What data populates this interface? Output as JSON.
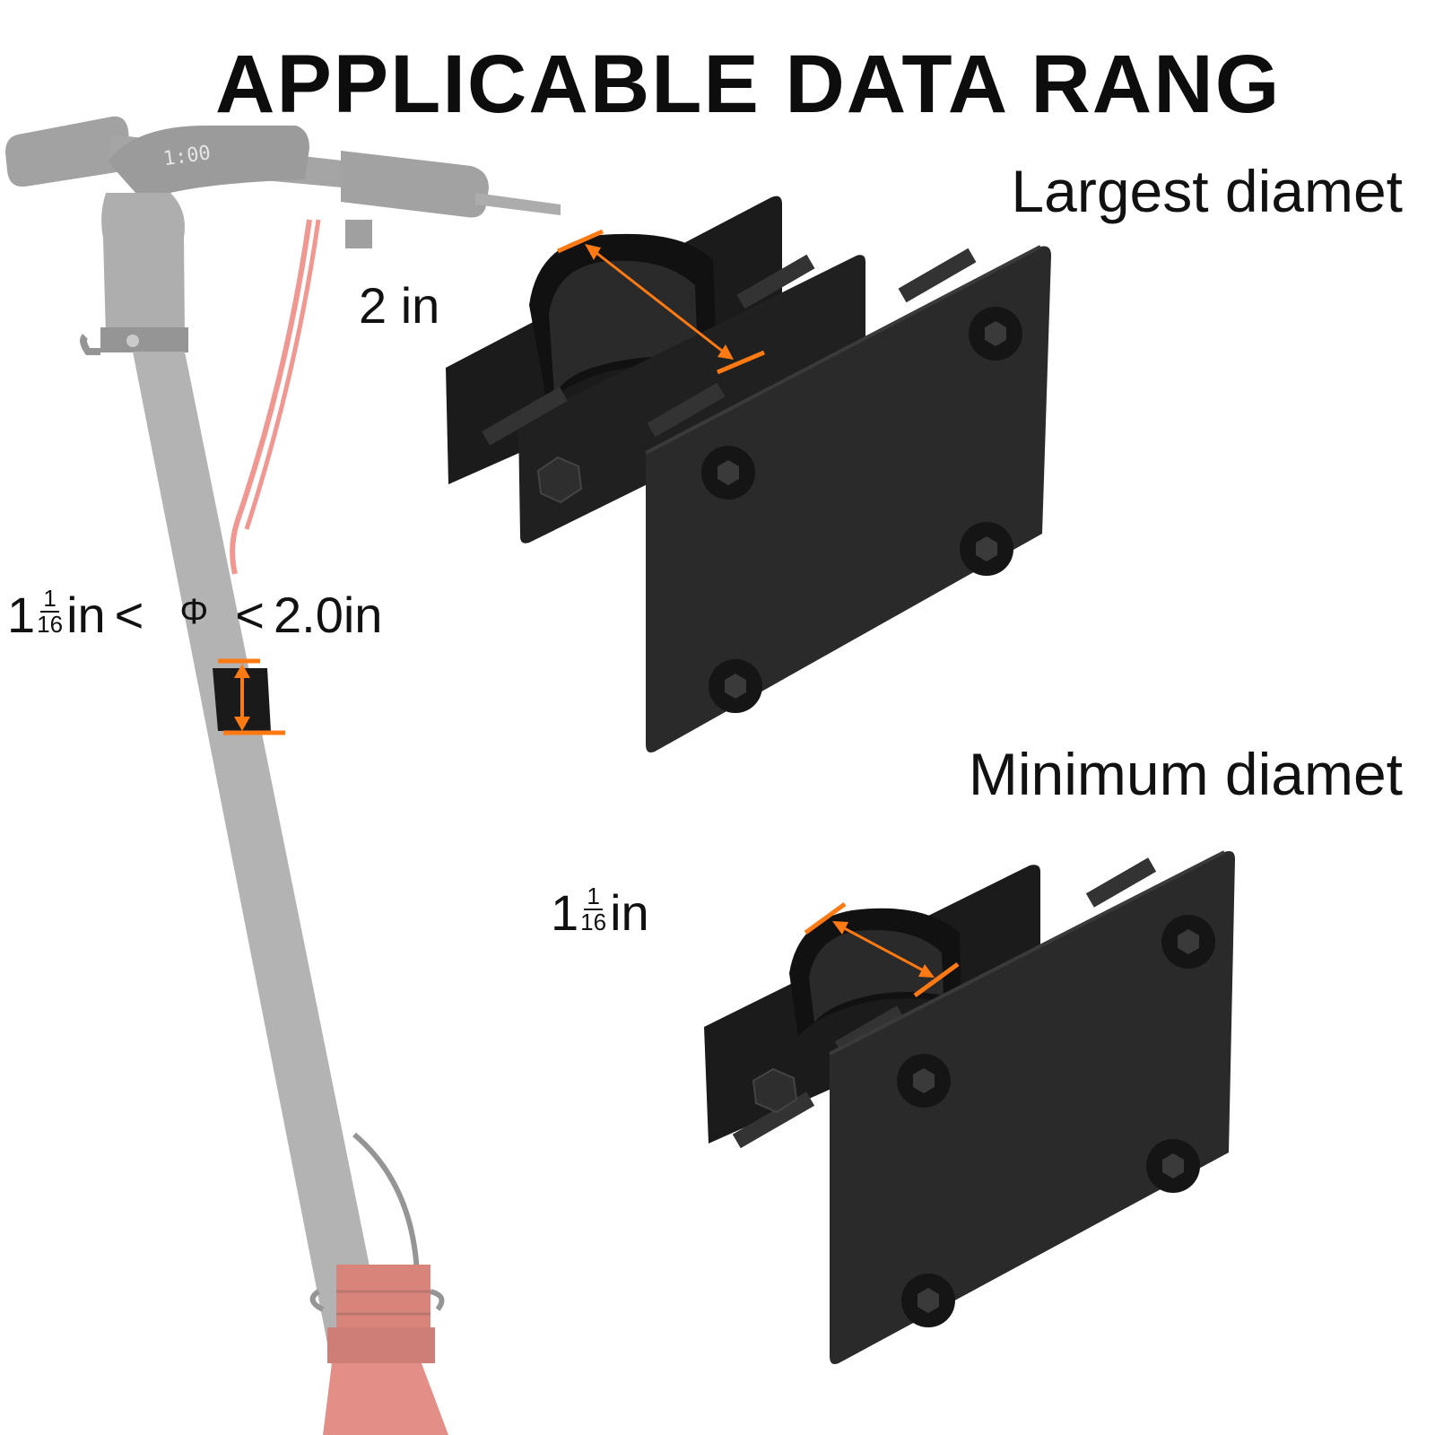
{
  "title": "APPLICABLE DATA RANG",
  "largest": {
    "label": "Largest diamet",
    "dimension": "2 in"
  },
  "minimum": {
    "label": "Minimum diamet",
    "whole": "1",
    "frac_num": "1",
    "frac_den": "16",
    "unit": "in"
  },
  "range": {
    "min_whole": "1",
    "min_frac_num": "1",
    "min_frac_den": "16",
    "min_unit": "in",
    "lt1": "<",
    "symbol": "Φ",
    "lt2": "<",
    "max": "2.0in"
  },
  "colors": {
    "accent": "#ff7a12",
    "scooter": "#8a8a8a",
    "cable": "#e8574e",
    "metal": "#1c1c1c"
  }
}
